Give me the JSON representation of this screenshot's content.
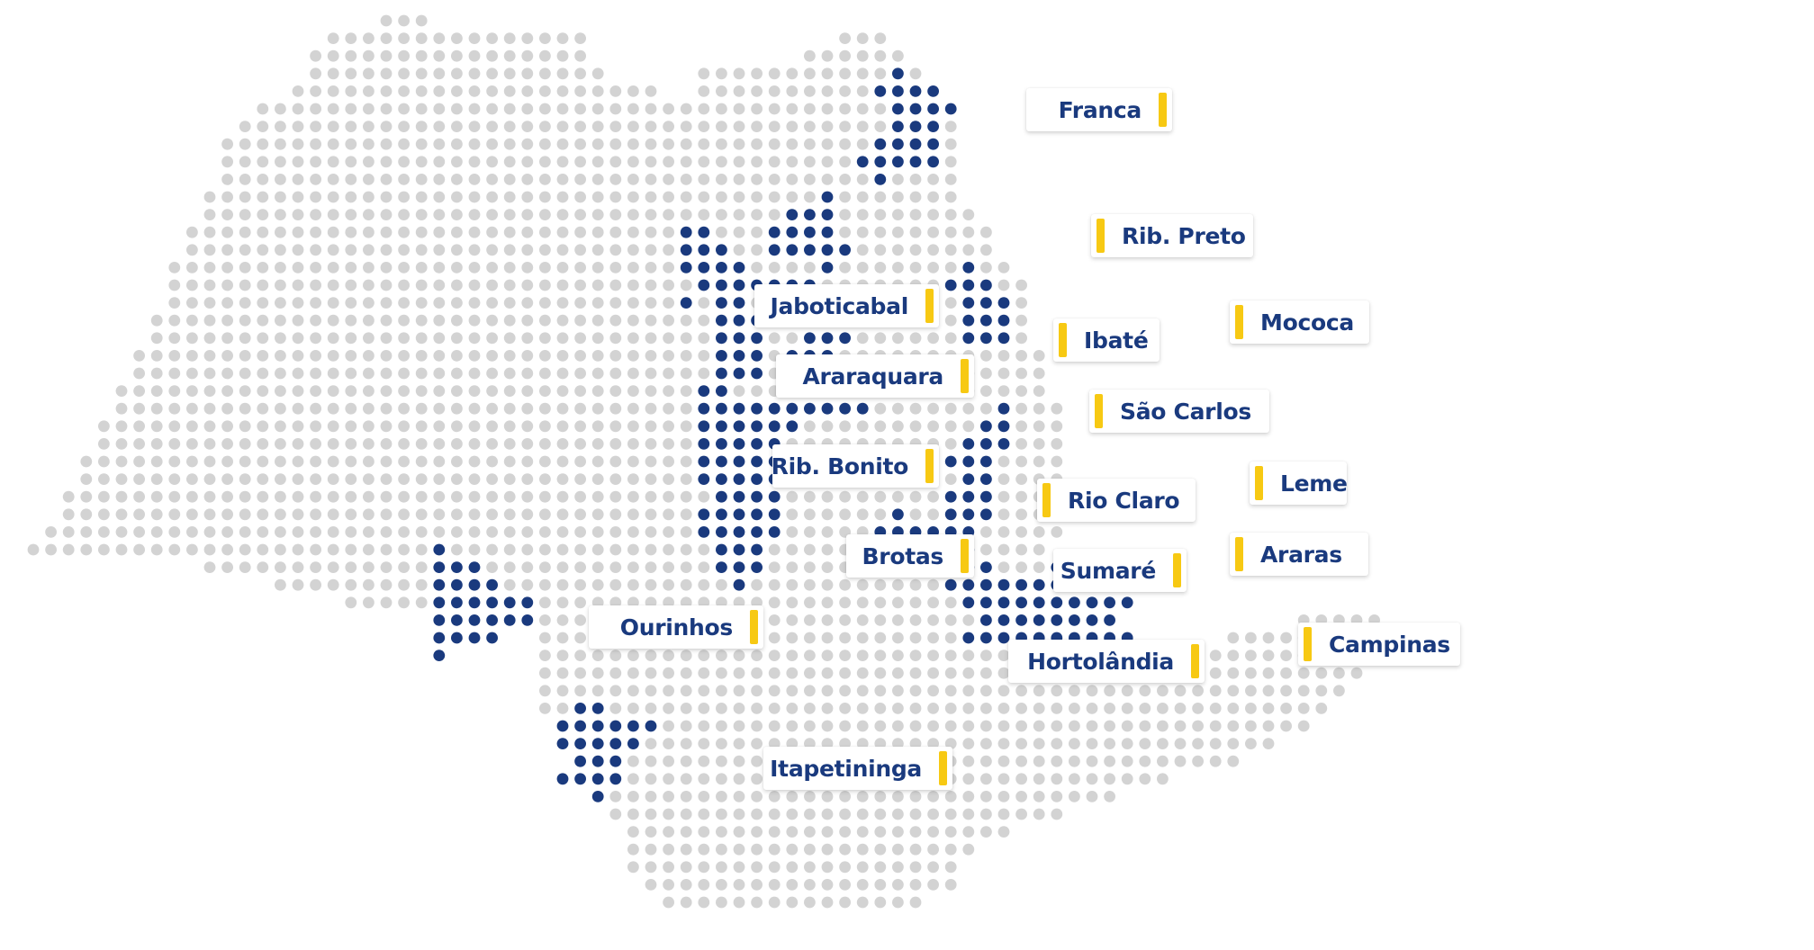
{
  "map": {
    "colors": {
      "grid_dot": "#d3d3d3",
      "city_dot": "#1a3a7e",
      "label_text": "#1a3a7e",
      "label_tab": "#f7c913",
      "label_bg": "#ffffff"
    },
    "cities": [
      {
        "id": "franca",
        "name": "Franca"
      },
      {
        "id": "rib-preto",
        "name": "Rib. Preto"
      },
      {
        "id": "jaboticabal",
        "name": "Jaboticabal"
      },
      {
        "id": "mococa",
        "name": "Mococa"
      },
      {
        "id": "ibate",
        "name": "Ibaté"
      },
      {
        "id": "araraquara",
        "name": "Araraquara"
      },
      {
        "id": "sao-carlos",
        "name": "São Carlos"
      },
      {
        "id": "rib-bonito",
        "name": "Rib. Bonito"
      },
      {
        "id": "leme",
        "name": "Leme"
      },
      {
        "id": "rio-claro",
        "name": "Rio Claro"
      },
      {
        "id": "brotas",
        "name": "Brotas"
      },
      {
        "id": "araras",
        "name": "Araras"
      },
      {
        "id": "sumare",
        "name": "Sumaré"
      },
      {
        "id": "ourinhos",
        "name": "Ourinhos"
      },
      {
        "id": "campinas",
        "name": "Campinas"
      },
      {
        "id": "hortolandia",
        "name": "Hortolândia"
      },
      {
        "id": "itapetininga",
        "name": "Itapetininga"
      }
    ]
  }
}
